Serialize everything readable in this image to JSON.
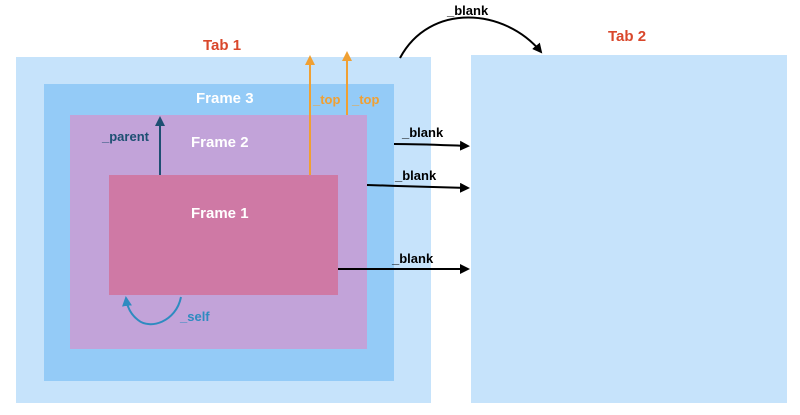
{
  "tabs": [
    {
      "label": "Tab 1",
      "color": "#d9472b",
      "fill": "#c6e3fb"
    },
    {
      "label": "Tab 2",
      "color": "#d9472b",
      "fill": "#c6e3fb"
    }
  ],
  "frames": [
    {
      "label": "Frame 3",
      "fill": "#94cbf7",
      "text_color": "#ffffff"
    },
    {
      "label": "Frame 2",
      "fill": "#c2a3d9",
      "text_color": "#ffffff"
    },
    {
      "label": "Frame 1",
      "fill": "#cf79a5",
      "text_color": "#ffffff"
    }
  ],
  "arrows": {
    "blank_tab_to_tab": {
      "label": "_blank",
      "color": "#000000"
    },
    "blank_frame3": {
      "label": "_blank",
      "color": "#000000"
    },
    "blank_frame2": {
      "label": "_blank",
      "color": "#000000"
    },
    "blank_frame1": {
      "label": "_blank",
      "color": "#000000"
    },
    "parent": {
      "label": "_parent",
      "color": "#1d4f72"
    },
    "top_1": {
      "label": "_top",
      "color": "#f0a033"
    },
    "top_2": {
      "label": "_top",
      "color": "#f0a033"
    },
    "self": {
      "label": "_self",
      "color": "#2e8bc0"
    }
  }
}
